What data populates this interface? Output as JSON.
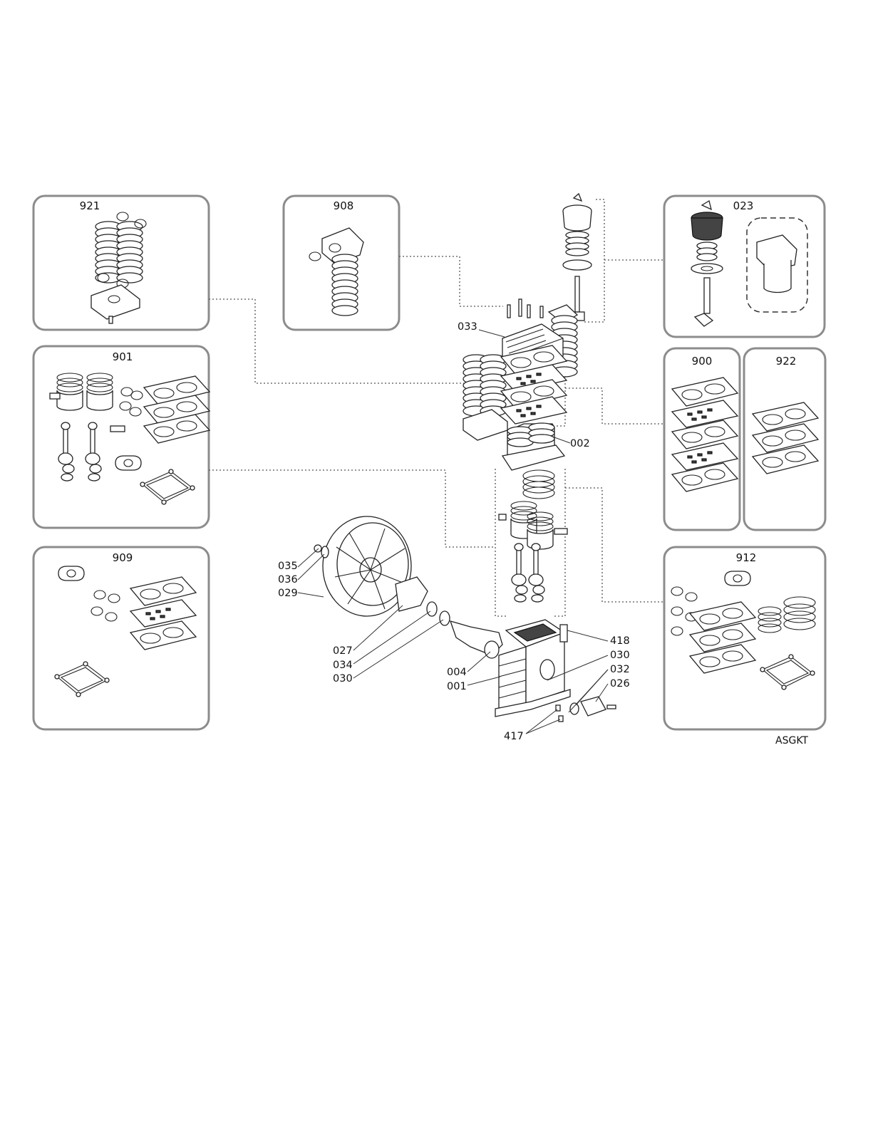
{
  "panels": {
    "p921": "921",
    "p908": "908",
    "p023": "023",
    "p901": "901",
    "p900": "900",
    "p922": "922",
    "p909": "909",
    "p912": "912"
  },
  "callouts": {
    "c033": "033",
    "c002": "002",
    "c035": "035",
    "c036": "036",
    "c029": "029",
    "c027": "027",
    "c034": "034",
    "c030a": "030",
    "c004": "004",
    "c001": "001",
    "c418": "418",
    "c030b": "030",
    "c032": "032",
    "c026": "026",
    "c417": "417"
  },
  "diagram_code": "ASGKT"
}
